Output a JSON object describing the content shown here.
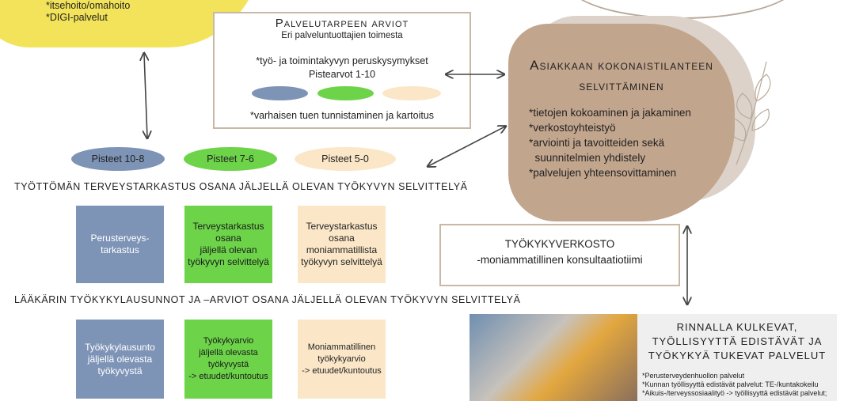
{
  "yellow_box": {
    "lines": [
      "*itsehoito/omahoito",
      "*DIGI-palvelut"
    ]
  },
  "top_box": {
    "title": "Palvelutarpeen arviot",
    "subtitle": "Eri palveluntuottajien toimesta",
    "line1": "*työ- ja toimintakyvyn peruskysymykset",
    "line2": "Pistearvot 1-10",
    "line3": "*varhaisen tuen tunnistaminen ja kartoitus"
  },
  "scores": [
    "Pisteet 10-8",
    "Pisteet 7-6",
    "Pisteet 5-0"
  ],
  "section1": {
    "heading": "Työttömän terveystarkastus osana jäljellä olevan työkyvyn selvittelyä",
    "boxes": [
      "Perusterveys-\ntarkastus",
      "Terveystarkastus\nosana\njäljellä olevan\ntyökyvyn selvittelyä",
      "Terveystarkastus\nosana\nmoniammatillista\ntyökyvyn selvittelyä"
    ]
  },
  "section2": {
    "heading": "Lääkärin työkykylausunnot ja –arviot osana jäljellä olevan työkyvyn selvittelyä",
    "boxes": [
      "Työkykylausunto\njäljellä olevasta\ntyökyvystä",
      "Työkykyarvio\njäljellä olevasta\ntyökyvystä\n-> etuudet/kuntoutus",
      "Moniammatillinen\ntyökykyarvio\n-> etuudet/kuntoutus"
    ]
  },
  "client_blob": {
    "title_line1": "Asiakkaan kokonaistilanteen",
    "title_line2": "selvittäminen",
    "items": [
      "*tietojen kokoaminen ja jakaminen",
      "*verkostoyhteistyö",
      "*arviointi ja tavoitteiden sekä",
      "  suunnitelmien yhdistely",
      "*palvelujen yhteensovittaminen"
    ]
  },
  "network_box": {
    "line1": "TYÖKYKYVERKOSTO",
    "line2": "-moniammatillinen konsultaatiotiimi"
  },
  "parallel_panel": {
    "title": "Rinnalla kulkevat,\ntyöllisyyttä edistävät ja\ntyökykyä tukevat palvelut",
    "items": [
      "*Perusterveydenhuollon palvelut",
      "*Kunnan työllisyyttä edistävät palvelut: TE-/kuntakokeilu",
      "*Aikuis-/terveyssosiaalityö -> työllisyyttä edistävät palvelut;"
    ]
  },
  "colors": {
    "blue": "#7e94b6",
    "green": "#6dd44a",
    "peach": "#fbe7c8",
    "yellow": "#f2e35a",
    "brown": "#c2a58d",
    "frame": "#c9b8a6"
  }
}
